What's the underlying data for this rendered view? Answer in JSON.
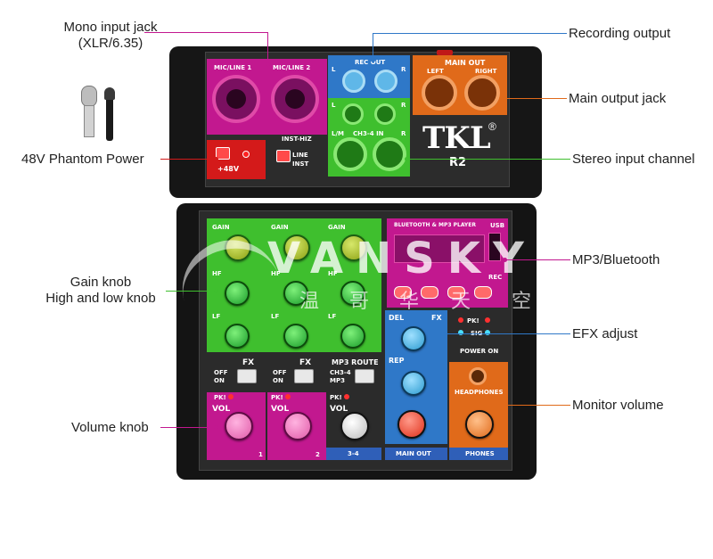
{
  "callouts": {
    "mono_input": "Mono input jack",
    "mono_input_sub": "(XLR/6.35)",
    "phantom": "48V Phantom Power",
    "gain_knob": "Gain knob",
    "hilow_knob": "High and low knob",
    "volume_knob": "Volume knob",
    "recording_output": "Recording output",
    "main_output": "Main output jack",
    "stereo_input": "Stereo input channel",
    "mp3_bt": "MP3/Bluetooth",
    "efx": "EFX adjust",
    "monitor": "Monitor volume"
  },
  "mixer": {
    "brand": "TKL",
    "model": "R2",
    "trademark": "®",
    "mic1": "MIC/LINE 1",
    "mic2": "MIC/LINE 2",
    "p48": "+48V",
    "insthiz": "INST-HIZ",
    "line": "LINE",
    "inst": "INST",
    "rec_out": "REC OUT",
    "ch34_in": "CH3-4 IN",
    "main_out_top": "MAIN OUT",
    "left": "LEFT",
    "right": "RIGHT",
    "L": "L",
    "R": "R",
    "LM": "L/M",
    "gain": "GAIN",
    "hf": "HF",
    "lf": "LF",
    "vol": "VOL",
    "fx": "FX",
    "off": "OFF",
    "on": "ON",
    "mp3_route": "MP3 ROUTE",
    "ch34": "CH3-4",
    "mp3": "MP3",
    "pk": "PK!",
    "del": "DEL",
    "rep": "REP",
    "bt_player": "BLUETOOTH & MP3 PLAYER",
    "usb": "USB",
    "rec": "REC",
    "headphones": "HEADPHONES",
    "power_on": "POWER ON",
    "sig": "SIG",
    "ch1": "1",
    "ch2": "2",
    "ch34_label": "3-4",
    "main_out_bottom": "MAIN OUT",
    "phones": "PHONES"
  },
  "watermark": {
    "text": "VANSKY",
    "cjk": [
      "温",
      "哥",
      "华",
      "天",
      "空"
    ]
  },
  "colors": {
    "magenta": "#c2188f",
    "green": "#3fbf2e",
    "blue": "#2f78c8",
    "orange": "#e06a1a",
    "red": "#e0201a",
    "body": "#1d1d1d"
  }
}
